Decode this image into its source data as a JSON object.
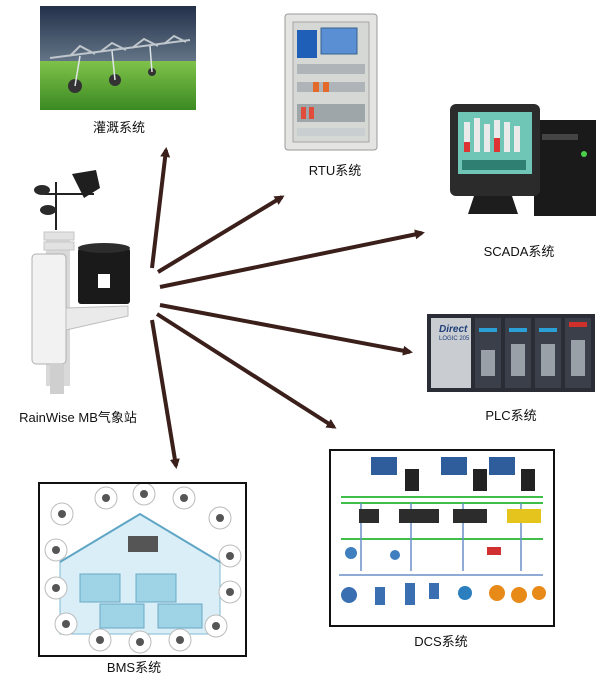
{
  "labels": {
    "irrigation": "灌溉系统",
    "rtu": "RTU系统",
    "scada": "SCADA系统",
    "plc": "PLC系统",
    "dcs": "DCS系统",
    "bms": "BMS系统",
    "station": "RainWise MB气象站"
  },
  "device_text": {
    "plc_brand_line1": "Direct",
    "plc_brand_line2": "LOGIC 205"
  },
  "colors": {
    "arrow": "#3a1f1a",
    "sky_dark": "#2e3e55",
    "grass": "#4f9a2f",
    "scada_screen": "#3fae9a",
    "plc_body": "#2c2f38",
    "dcs_network": "#3fbf4a",
    "bms_cyan": "#9fd3e6"
  }
}
